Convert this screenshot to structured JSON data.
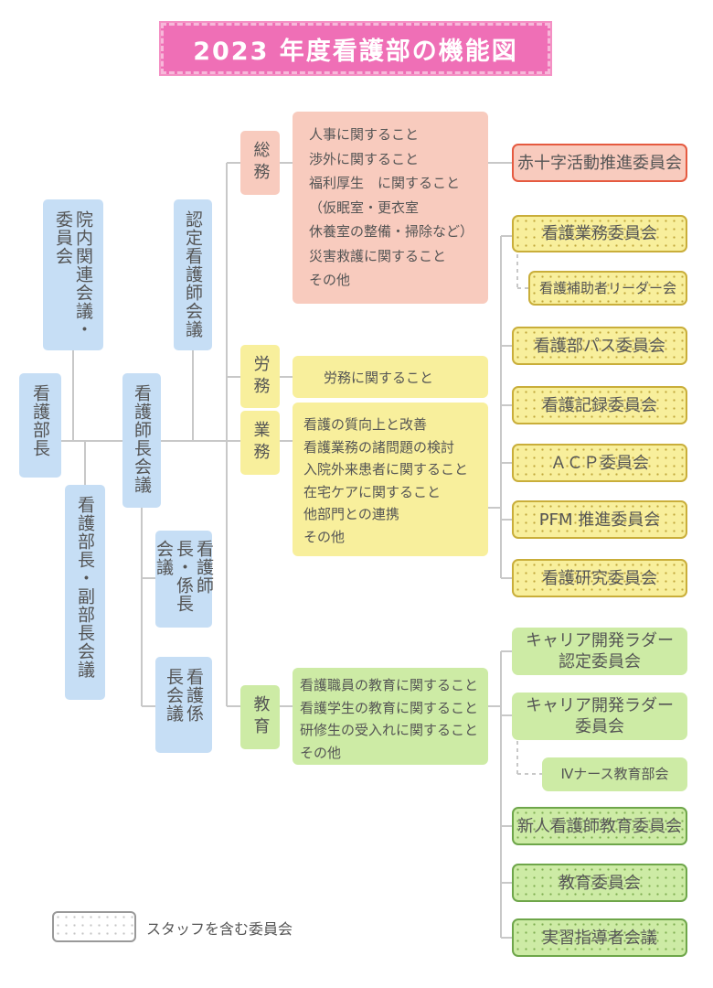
{
  "title": "2023 年度看護部の機能図",
  "left_column": {
    "director": "看護部長",
    "in_hospital_committee": "院内関連会議・委員会",
    "director_meeting": "看護部長・副部長会議",
    "chief_nurse_meeting": "看護師長会議",
    "certified_nurse_meeting": "認定看護師会議",
    "subchief_meeting": "看護師長・係長会議",
    "chief_meeting": "看護係長会議"
  },
  "categories": [
    {
      "label": "総務",
      "color": "#f8cbbe"
    },
    {
      "label": "労務",
      "color": "#f8ef9c"
    },
    {
      "label": "業務",
      "color": "#f8ef9c"
    },
    {
      "label": "教育",
      "color": "#cdeba5"
    }
  ],
  "descriptions": {
    "general_affairs": [
      "人事に関すること",
      "渉外に関すること",
      "福利厚生　に関すること",
      "（仮眠室・更衣室",
      "休養室の整備・掃除など）",
      "災害救護に関すること",
      "その他"
    ],
    "labor": [
      "労務に関すること"
    ],
    "operations": [
      "看護の質向上と改善",
      "看護業務の諸問題の検討",
      "入院外来患者に関すること",
      "在宅ケアに関すること",
      "他部門との連携",
      "その他"
    ],
    "education": [
      "看護職員の教育に関すること",
      "看護学生の教育に関すること",
      "研修生の受入れに関すること",
      "その他"
    ]
  },
  "committees": {
    "red_cross": "赤十字活動推進委員会",
    "nursing_work": "看護業務委員会",
    "assistant_leader": "看護補助者リーダー会",
    "path": "看護部パス委員会",
    "records": "看護記録委員会",
    "acp": "ＡＣＰ委員会",
    "pfm": "PFM 推進委員会",
    "research": "看護研究委員会",
    "career_certified": [
      "キャリア開発ラダー",
      "認定委員会"
    ],
    "career": [
      "キャリア開発ラダー",
      "委員会"
    ],
    "iv_nurse": "Ⅳナース教育部会",
    "new_nurse": "新人看護師教育委員会",
    "education": "教育委員会",
    "practicum": "実習指導者会議"
  },
  "legend": {
    "label": "スタッフを含む委員会"
  },
  "colors": {
    "title": "#ef6fb6",
    "blue": "#c6def5",
    "salmon": "#f8cbbe",
    "yellow": "#f8ef9c",
    "green": "#cdeba5",
    "connector": "#c8c8c8"
  }
}
